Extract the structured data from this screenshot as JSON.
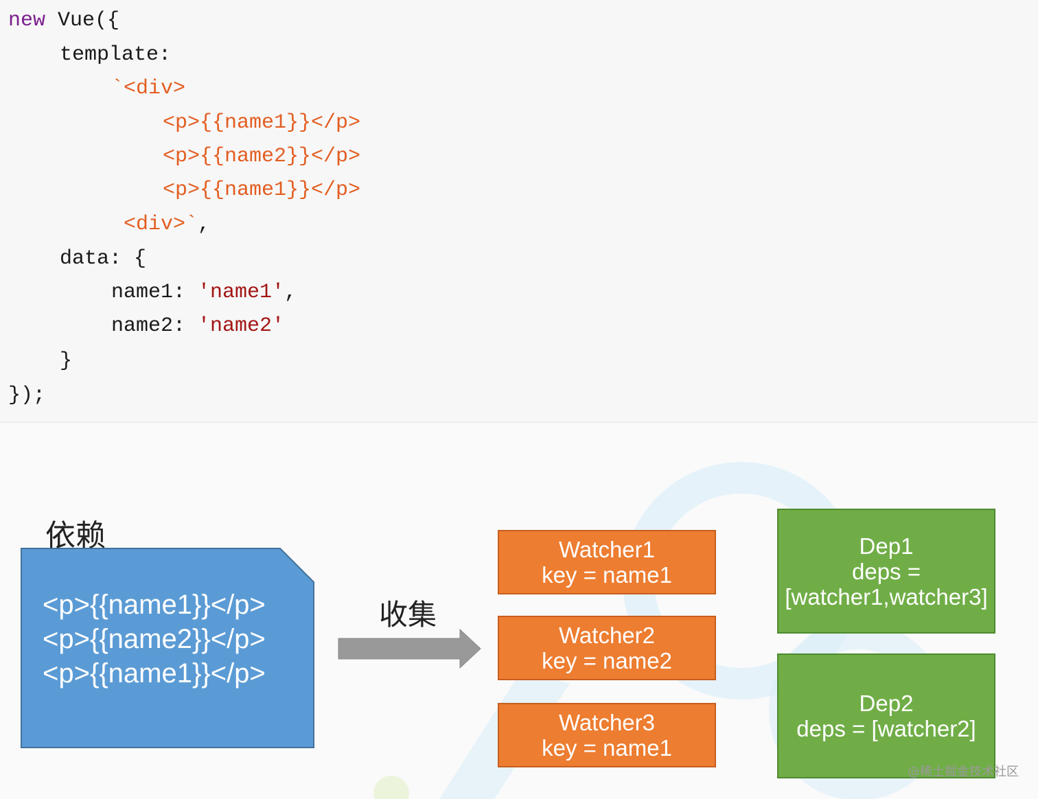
{
  "code": {
    "line1": {
      "kw": "new",
      "rest": " Vue({"
    },
    "line2": "template:",
    "line3": "`<div>",
    "line4": "<p>{{name1}}</p>",
    "line5": "<p>{{name2}}</p>",
    "line6": "<p>{{name1}}</p>",
    "line7_tpl": "<div>`",
    "line7_punct": ",",
    "line8": "data: {",
    "line9": {
      "key": "name1: ",
      "str": "'name1'",
      "punct": ","
    },
    "line10": {
      "key": "name2: ",
      "str": "'name2'"
    },
    "line11": "}",
    "line12": "});"
  },
  "diagram": {
    "title": "依赖",
    "collect_label": "收集",
    "template_lines": [
      "<p>{{name1}}</p>",
      "<p>{{name2}}</p>",
      "<p>{{name1}}</p>"
    ],
    "watchers": [
      {
        "name": "Watcher1",
        "key": "key = name1"
      },
      {
        "name": "Watcher2",
        "key": "key = name2"
      },
      {
        "name": "Watcher3",
        "key": "key = name1"
      }
    ],
    "deps": [
      {
        "name": "Dep1",
        "line2": "deps =",
        "line3": "[watcher1,watcher3]"
      },
      {
        "name": "Dep2",
        "line2": "deps = [watcher2]"
      }
    ],
    "watermark": "@稀土掘金技术社区"
  },
  "colors": {
    "template_box": "#5b9bd5",
    "watcher_box": "#ed7d31",
    "dep_box": "#70ad47",
    "arrow": "#999999"
  }
}
